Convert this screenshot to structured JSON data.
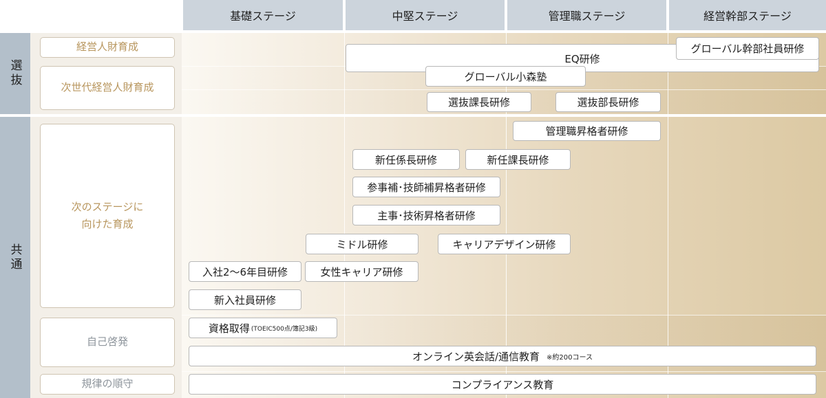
{
  "stages": [
    "基礎ステージ",
    "中堅ステージ",
    "管理職ステージ",
    "経営幹部ステージ"
  ],
  "categories": {
    "selection": "選抜",
    "common": "共通"
  },
  "row_labels": {
    "management_talent": "経営人財育成",
    "next_gen_management": "次世代経営人財育成",
    "next_stage": "次のステージに\n向けた育成",
    "self_development": "自己啓発",
    "compliance_discipline": "規律の順守"
  },
  "programs": {
    "global_exec": "グローバル幹部社員研修",
    "eq": "EQ研修",
    "global_komori": "グローバル小森塾",
    "select_section_chief": "選抜課長研修",
    "select_department_head": "選抜部長研修",
    "manager_promotion": "管理職昇格者研修",
    "new_subsection_chief": "新任係長研修",
    "new_section_chief": "新任課長研修",
    "assistant_promotion": "参事補･技師補昇格者研修",
    "chief_promotion": "主事･技術昇格者研修",
    "middle": "ミドル研修",
    "career_design": "キャリアデザイン研修",
    "years_2_6": "入社2～6年目研修",
    "women_career": "女性キャリア研修",
    "new_employee": "新入社員研修",
    "qualification": "資格取得",
    "qualification_note": "(TOEIC500点/簿記3級)",
    "online_english": "オンライン英会話/通信教育",
    "online_note": "※約200コース",
    "compliance": "コンプライアンス教育"
  }
}
